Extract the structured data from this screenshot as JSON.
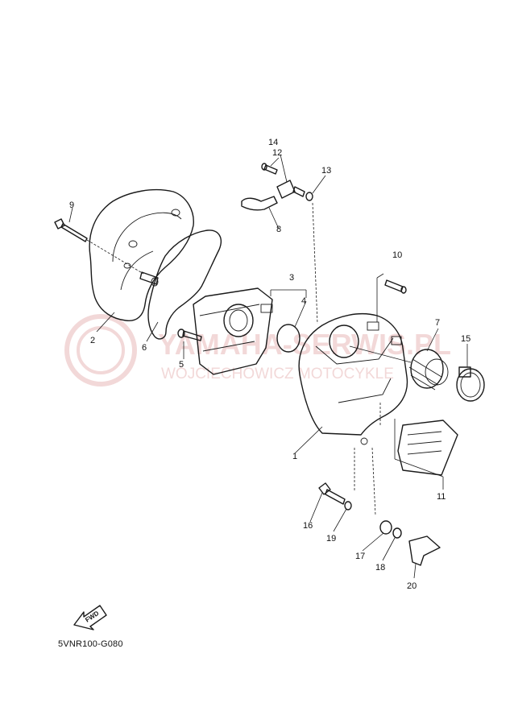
{
  "watermark": {
    "line1": "YAMAHA-SERWIS.PL",
    "line2": "WÓJCIECHOWICZ MOTOCYKLE",
    "color": "#e8b9b9"
  },
  "callouts": [
    "1",
    "2",
    "3",
    "4",
    "5",
    "6",
    "7",
    "8",
    "9",
    "10",
    "11",
    "12",
    "13",
    "14",
    "15",
    "16",
    "17",
    "18",
    "19",
    "20"
  ],
  "arrow_label": "FWD",
  "diagram_code": "5VNR100-G080"
}
